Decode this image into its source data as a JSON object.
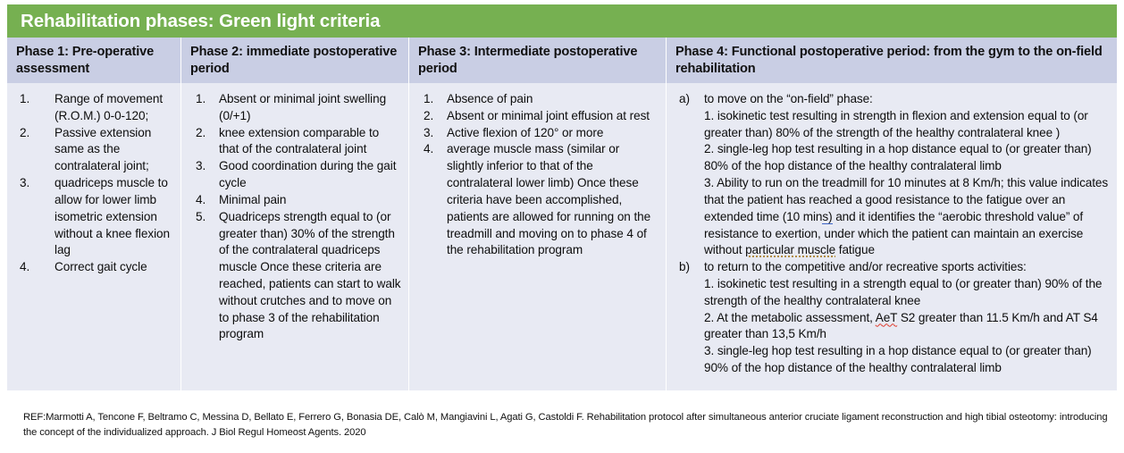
{
  "title": "Rehabilitation phases: Green light criteria",
  "colors": {
    "title_band": "#76b051",
    "header_row": "#c9cee4",
    "body_row": "#e8eaf3",
    "text": "#0d0d0d",
    "title_text": "#ffffff",
    "spellcheck_red": "#e0392b",
    "spellcheck_blue": "#3b63c4",
    "spellcheck_tan": "#b08b43"
  },
  "columns": [
    {
      "header": "Phase 1: Pre-operative assessment",
      "items": [
        {
          "marker": "1.",
          "text": "Range of movement (R.O.M.) 0-0-120;"
        },
        {
          "marker": "2.",
          "text": "Passive extension same as the contralateral joint;"
        },
        {
          "marker": "3.",
          "text": "quadriceps muscle to allow for lower limb isometric extension without a knee flexion lag"
        },
        {
          "marker": "4.",
          "text": "Correct gait cycle"
        }
      ]
    },
    {
      "header": "Phase 2: immediate postoperative period",
      "items": [
        {
          "marker": "1.",
          "text": "Absent or minimal joint swelling (0/+1)"
        },
        {
          "marker": "2.",
          "text": "knee extension comparable to that of the contralateral joint"
        },
        {
          "marker": "3.",
          "text": "Good coordination during the gait cycle"
        },
        {
          "marker": "4.",
          "text": "Minimal pain"
        },
        {
          "marker": "5.",
          "text": "Quadriceps strength equal to (or greater than) 30% of the strength of the contralateral quadriceps muscle Once these criteria are reached, patients can start to walk without crutches and to move on to phase 3 of the rehabilitation program"
        }
      ]
    },
    {
      "header": "Phase 3: Intermediate postoperative period",
      "items": [
        {
          "marker": "1.",
          "text": "Absence of pain"
        },
        {
          "marker": "2.",
          "text": "Absent or minimal joint effusion at rest"
        },
        {
          "marker": "3.",
          "text": "Active flexion of 120° or more"
        },
        {
          "marker": "4.",
          "text": "average muscle mass (similar or slightly inferior to that of the contralateral lower limb) Once these criteria have been accomplished, patients are allowed for running on the treadmill and moving on to phase 4 of the rehabilitation program"
        }
      ]
    },
    {
      "header": "Phase 4: Functional postoperative period: from the gym to the on-field rehabilitation",
      "blocks": [
        {
          "marker": "a)",
          "lead": "to move on the “on-field” phase:",
          "subs": [
            {
              "text": "1. isokinetic test resulting in strength in flexion and extension equal to (or greater than) 80% of the strength of the healthy contralateral knee )"
            },
            {
              "text": "2. single-leg hop test resulting in a hop distance equal to (or greater than) 80% of the hop distance of the healthy contralateral limb"
            },
            {
              "pre": "3. Ability to run on the treadmill for 10 minutes at 8 Km/h; this value indicates that the patient has reached a good resistance to the fatigue over an extended time (10 min",
              "blue": "s)",
              "mid": " and it identifies the “aerobic threshold value” of resistance to exertion, under which the patient can maintain an exercise without ",
              "tan": "particular muscle",
              "post": " fatigue"
            }
          ]
        },
        {
          "marker": "b)",
          "lead": "to return to the competitive and/or recreative sports activities:",
          "subs": [
            {
              "text": "1. isokinetic test resulting in a strength equal to (or greater than) 90% of the strength of the healthy contralateral knee"
            },
            {
              "pre": "2. At the metabolic assessment, ",
              "red": "AeT",
              "post": " S2 greater than 11.5 Km/h and AT S4 greater than 13,5 Km/h"
            },
            {
              "text": "3. single-leg hop test resulting in a hop distance equal to (or greater than) 90% of the hop distance of the healthy contralateral limb"
            }
          ]
        }
      ]
    }
  ],
  "reference": "REF:Marmotti A, Tencone F, Beltramo C, Messina D, Bellato E, Ferrero G, Bonasia DE, Calò M, Mangiavini L, Agati G, Castoldi F. Rehabilitation protocol after simultaneous anterior cruciate ligament reconstruction and high tibial osteotomy: introducing the concept of the individualized approach. J Biol Regul Homeost Agents. 2020"
}
